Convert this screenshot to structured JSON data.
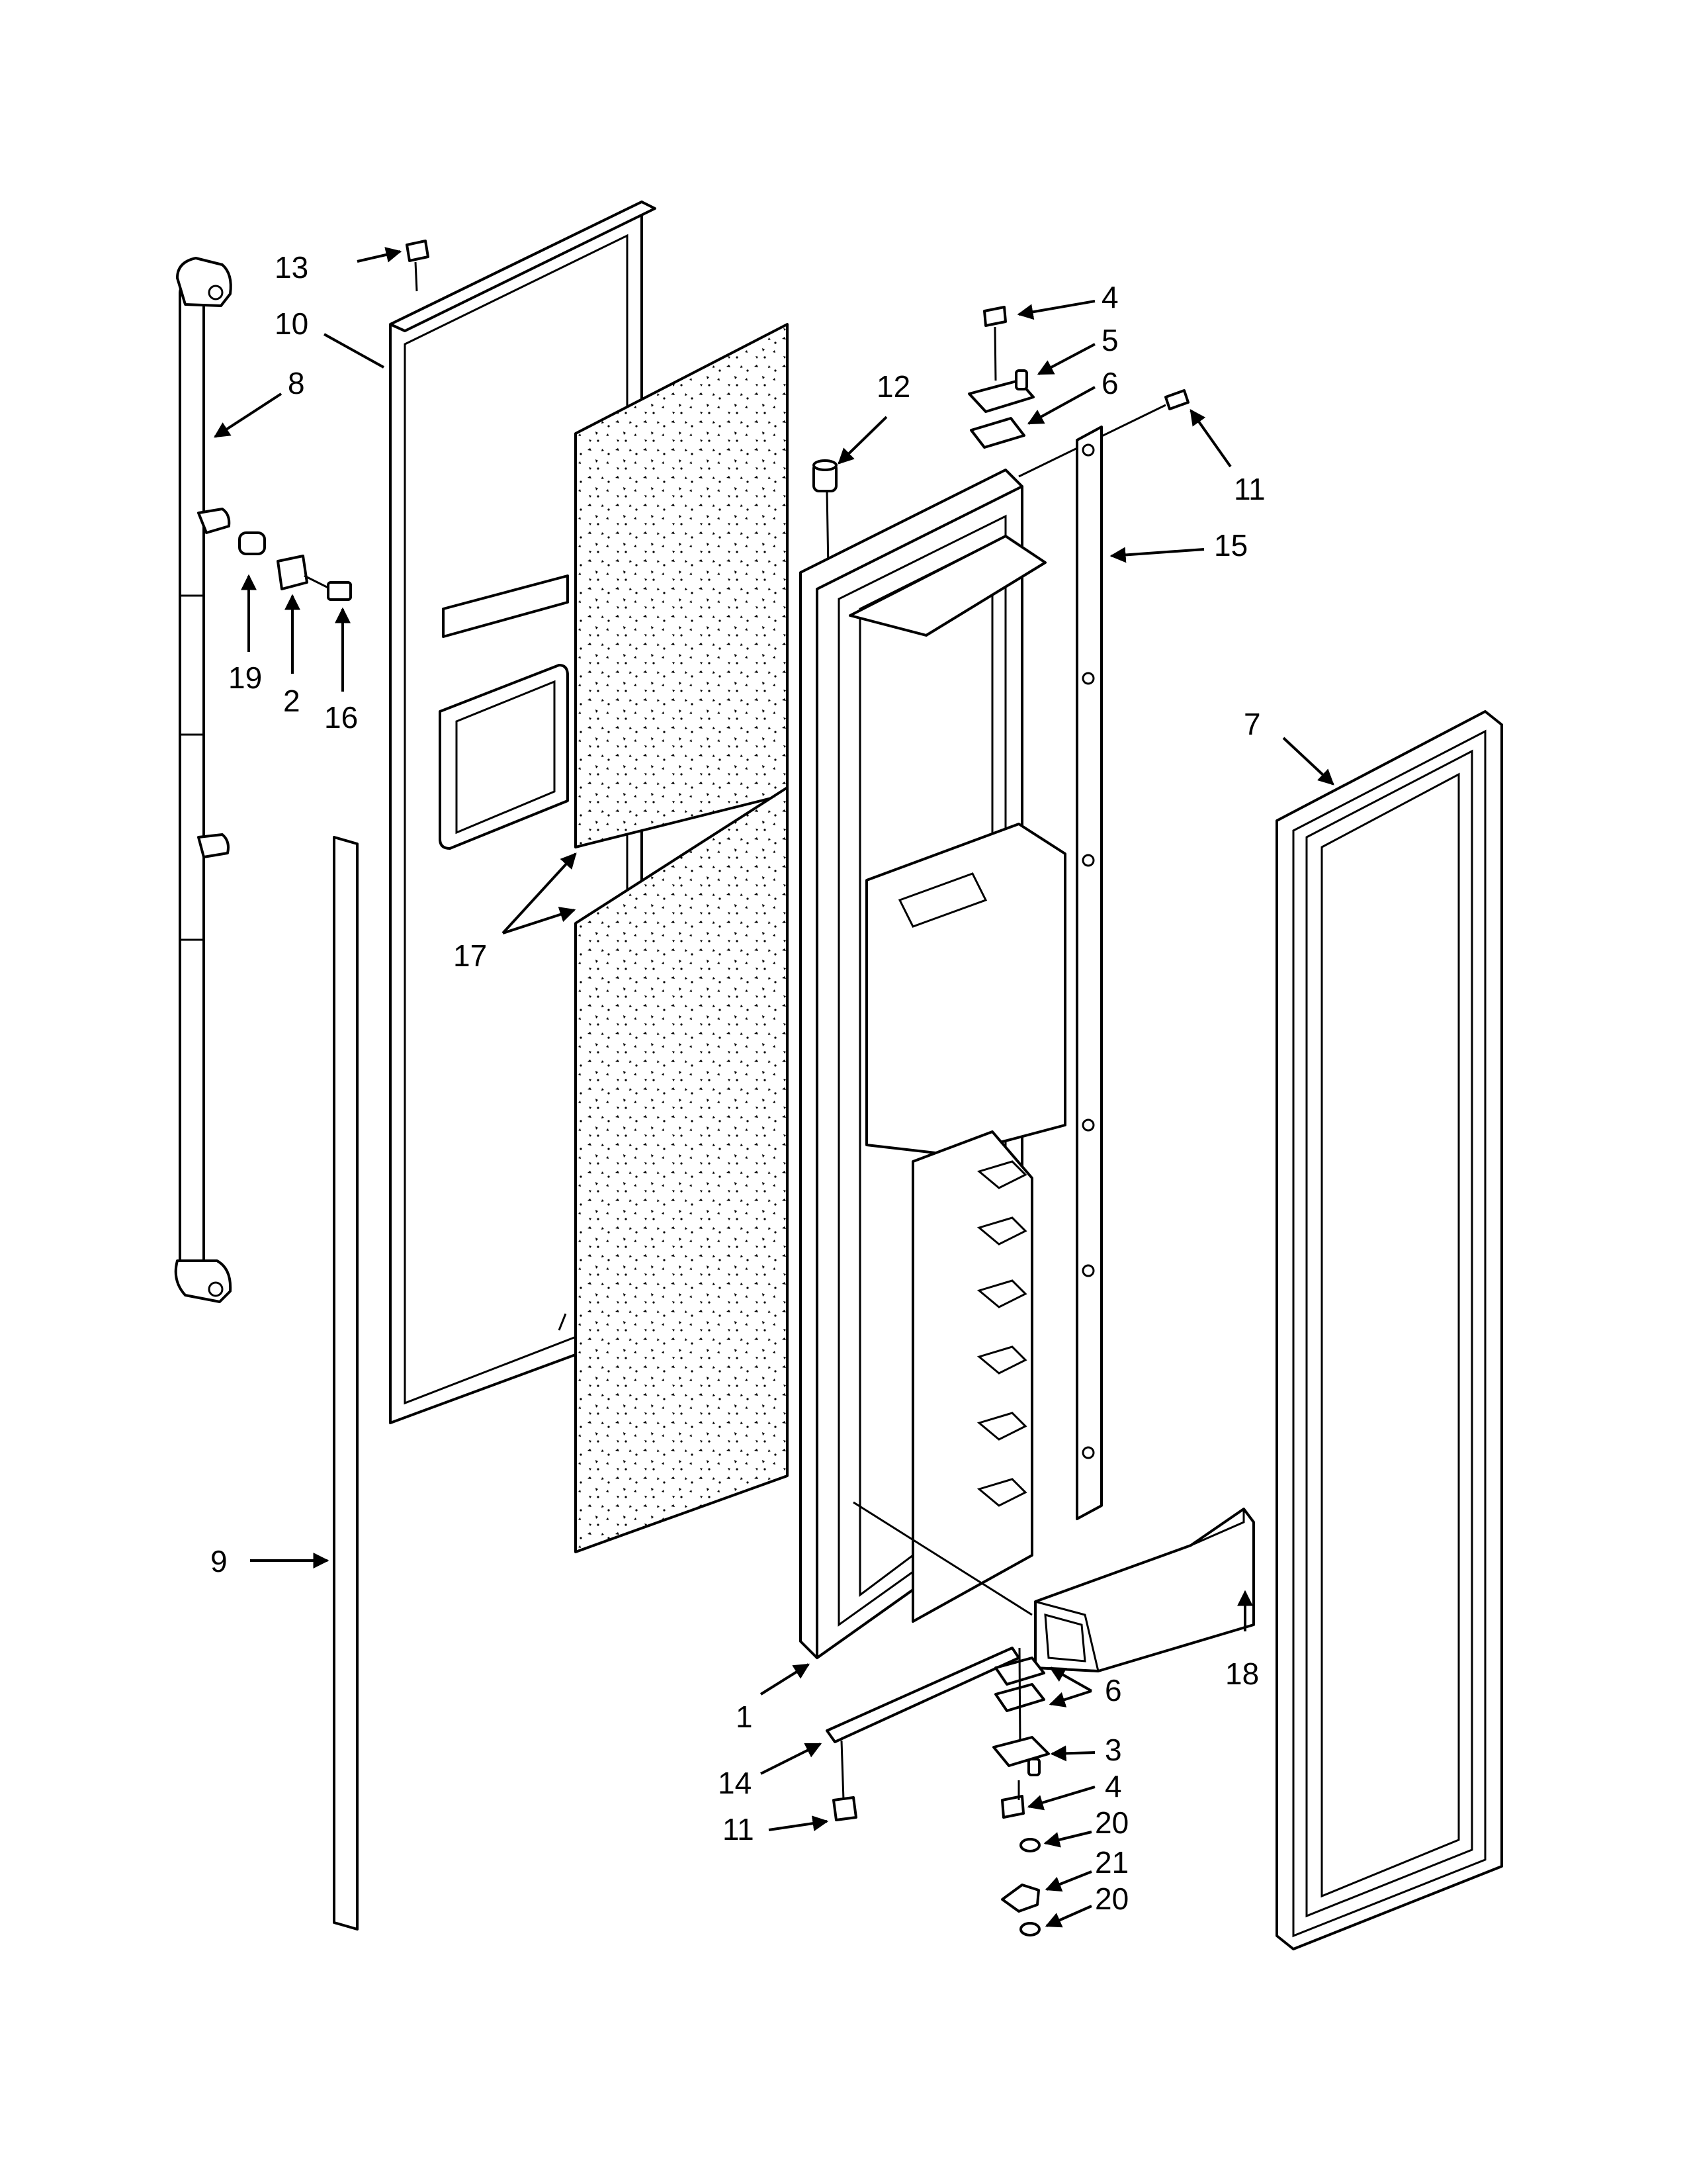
{
  "diagram": {
    "callouts": [
      {
        "id": "c13",
        "label": "13"
      },
      {
        "id": "c10",
        "label": "10"
      },
      {
        "id": "c8",
        "label": "8"
      },
      {
        "id": "c19",
        "label": "19"
      },
      {
        "id": "c2",
        "label": "2"
      },
      {
        "id": "c16",
        "label": "16"
      },
      {
        "id": "c17",
        "label": "17"
      },
      {
        "id": "c9",
        "label": "9"
      },
      {
        "id": "c12",
        "label": "12"
      },
      {
        "id": "c4a",
        "label": "4"
      },
      {
        "id": "c5",
        "label": "5"
      },
      {
        "id": "c6a",
        "label": "6"
      },
      {
        "id": "c11a",
        "label": "11"
      },
      {
        "id": "c15",
        "label": "15"
      },
      {
        "id": "c7",
        "label": "7"
      },
      {
        "id": "c1",
        "label": "1"
      },
      {
        "id": "c18",
        "label": "18"
      },
      {
        "id": "c6b",
        "label": "6"
      },
      {
        "id": "c3",
        "label": "3"
      },
      {
        "id": "c14",
        "label": "14"
      },
      {
        "id": "c4b",
        "label": "4"
      },
      {
        "id": "c11b",
        "label": "11"
      },
      {
        "id": "c20a",
        "label": "20"
      },
      {
        "id": "c21",
        "label": "21"
      },
      {
        "id": "c20b",
        "label": "20"
      }
    ],
    "colors": {
      "line": "#000000",
      "background": "#ffffff"
    }
  }
}
